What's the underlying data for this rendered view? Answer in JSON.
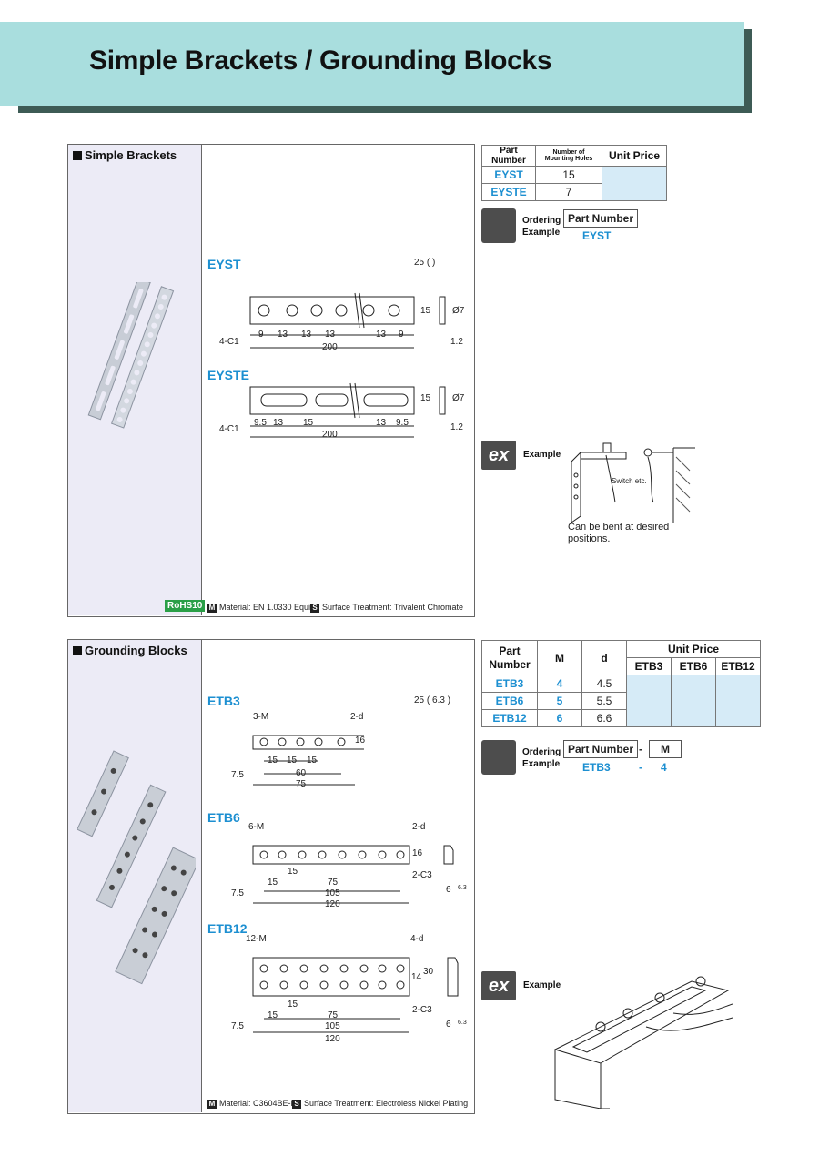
{
  "title": "Simple Brackets / Grounding Blocks",
  "brackets": {
    "label": "Simple Brackets",
    "models": [
      "EYST",
      "EYSTE"
    ],
    "roughness": "25 ( )",
    "dims_eyst": {
      "left": "9",
      "gaps": [
        "13",
        "13",
        "13",
        "13",
        "9"
      ],
      "total": "200",
      "height": "15",
      "chamfer": "4-C1",
      "hole": "Ø7",
      "thick": "1.2"
    },
    "dims_eyste": {
      "left": "9.5",
      "gaps": [
        "13",
        "15"
      ],
      "right": [
        "13",
        "9.5"
      ],
      "total": "200",
      "height": "15",
      "chamfer": "4-C1",
      "hole": "Ø7",
      "thick": "1.2"
    },
    "rohs": "RoHS10",
    "material_tag": "M",
    "material": "Material: EN 1.0330 Equiv.",
    "surface_tag": "S",
    "surface": "Surface Treatment: Trivalent Chromate",
    "table": {
      "headers": [
        "Part Number",
        "Number of Mounting Holes",
        "Unit Price"
      ],
      "rows": [
        [
          "EYST",
          "15"
        ],
        [
          "EYSTE",
          "7"
        ]
      ]
    },
    "ordering": {
      "label1": "Ordering",
      "label2": "Example",
      "col": "Part Number",
      "value": "EYST"
    },
    "example": {
      "label": "Example",
      "switch": "Switch etc.",
      "note1": "Can be bent at desired",
      "note2": "positions."
    }
  },
  "grounding": {
    "label": "Grounding Blocks",
    "roughness": "25 ( 6.3 )",
    "etb3": {
      "name": "ETB3",
      "m": "3-M",
      "d": "2-d",
      "p1": "15",
      "p2": "15",
      "p3": "15",
      "l1": "60",
      "l2": "75",
      "off": "7.5",
      "h": "16"
    },
    "etb6": {
      "name": "ETB6",
      "m": "6-M",
      "d": "2-d",
      "p1": "15",
      "p2": "15",
      "l1": "75",
      "l2": "105",
      "l3": "120",
      "off": "7.5",
      "h": "16",
      "c": "2-C3",
      "w": "6",
      "r": "6.3"
    },
    "etb12": {
      "name": "ETB12",
      "m": "12-M",
      "d": "4-d",
      "p1": "15",
      "p2": "15",
      "l1": "75",
      "l2": "105",
      "l3": "120",
      "off": "7.5",
      "h1": "14",
      "h2": "30",
      "c": "2-C3",
      "w": "6",
      "r": "6.3"
    },
    "material_tag": "M",
    "material": "Material: C3604BE-F",
    "surface_tag": "S",
    "surface": "Surface Treatment: Electroless Nickel Plating",
    "table": {
      "headers": [
        "Part Number",
        "M",
        "d",
        "Unit Price"
      ],
      "sub": [
        "ETB3",
        "ETB6",
        "ETB12"
      ],
      "rows": [
        [
          "ETB3",
          "4",
          "4.5"
        ],
        [
          "ETB6",
          "5",
          "5.5"
        ],
        [
          "ETB12",
          "6",
          "6.6"
        ]
      ]
    },
    "ordering": {
      "label1": "Ordering",
      "label2": "Example",
      "col1": "Part Number",
      "dash": "-",
      "col2": "M",
      "v1": "ETB3",
      "v2": "4"
    },
    "example": {
      "label": "Example"
    }
  }
}
